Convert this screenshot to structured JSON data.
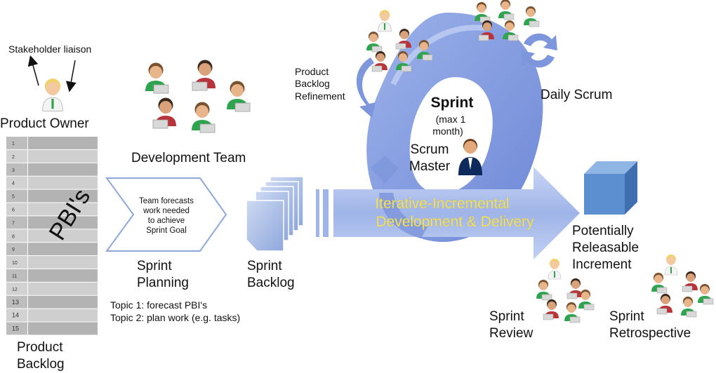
{
  "labels": {
    "stakeholder_liaison": "Stakeholder liaison",
    "product_owner": "Product Owner",
    "development_team": "Development Team",
    "product_backlog_refinement": [
      "Product",
      "Backlog",
      "Refinement"
    ],
    "sprint_title": "Sprint",
    "sprint_duration": [
      "(max 1",
      "month)"
    ],
    "scrum_master": [
      "Scrum",
      "Master"
    ],
    "daily_scrum": "Daily Scrum",
    "team_forecasts": [
      "Team forecasts",
      "work needed",
      "to achieve",
      "Sprint Goal"
    ],
    "sprint_planning": [
      "Sprint",
      "Planning"
    ],
    "topic1": "Topic 1: forecast PBI's",
    "topic2": "Topic 2: plan work (e.g. tasks)",
    "sprint_backlog": [
      "Sprint",
      "Backlog"
    ],
    "iterative": [
      "Iterative-Incremental",
      "Development & Delivery"
    ],
    "increment": [
      "Potentially",
      "Releasable",
      "Increment"
    ],
    "sprint_review": [
      "Sprint",
      "Review"
    ],
    "sprint_retrospective": [
      "Sprint",
      "Retrospective"
    ],
    "pbis": "PBI's",
    "product_backlog": [
      "Product",
      "Backlog"
    ]
  },
  "backlog_rows": [
    "1",
    "2",
    "3",
    "4",
    "5",
    "6",
    "7",
    "8",
    "9",
    "10",
    "11",
    "12",
    "13",
    "14",
    "15"
  ],
  "colors": {
    "arrow_blue": "#9fb4e8",
    "cycle_blue": "#7e97dc",
    "cube_front": "#5b8fd0",
    "iterative_text": "#f5e46a",
    "shirt_green": "#2ea44f",
    "shirt_red": "#b8343a"
  }
}
